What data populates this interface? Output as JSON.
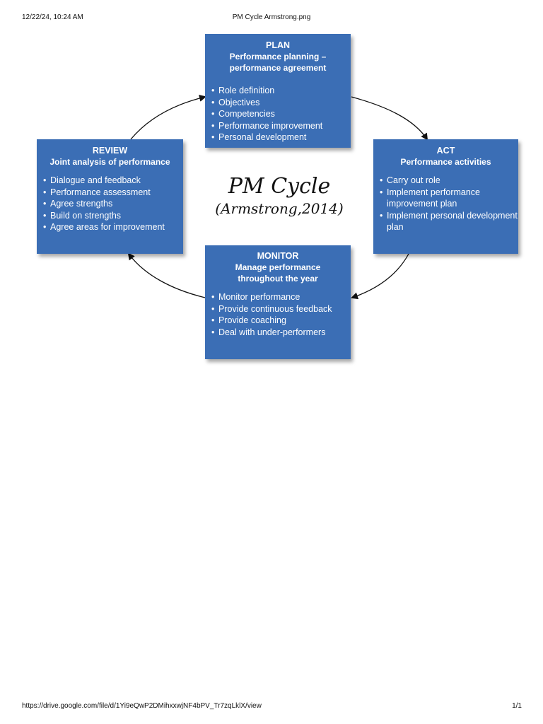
{
  "print_header": {
    "datetime": "12/22/24, 10:24 AM",
    "title": "PM Cycle Armstrong.png"
  },
  "print_footer": {
    "url": "https://drive.google.com/file/d/1Yi9eQwP2DMihxxwjNF4bPV_Tr7zqLklX/view",
    "page": "1/1"
  },
  "diagram": {
    "center": {
      "title": "PM Cycle",
      "subtitle": "(Armstrong,2014)"
    },
    "box_color": "#3b6eb5",
    "plan": {
      "title": "PLAN",
      "subtitle_line1": "Performance planning –",
      "subtitle_line2": "performance agreement",
      "items": [
        "Role definition",
        "Objectives",
        "Competencies",
        "Performance improvement",
        "Personal development"
      ]
    },
    "act": {
      "title": "ACT",
      "subtitle_line1": "Performance activities",
      "items": [
        "Carry out role",
        "Implement performance improvement plan",
        "Implement personal development plan"
      ]
    },
    "monitor": {
      "title": "MONITOR",
      "subtitle_line1": "Manage performance",
      "subtitle_line2": "throughout the year",
      "items": [
        "Monitor performance",
        "Provide continuous feedback",
        "Provide coaching",
        "Deal with under-performers"
      ]
    },
    "review": {
      "title": "REVIEW",
      "subtitle_line1": "Joint analysis of performance",
      "items": [
        "Dialogue and feedback",
        "Performance assessment",
        "Agree strengths",
        "Build on strengths",
        "Agree areas for improvement"
      ]
    }
  }
}
